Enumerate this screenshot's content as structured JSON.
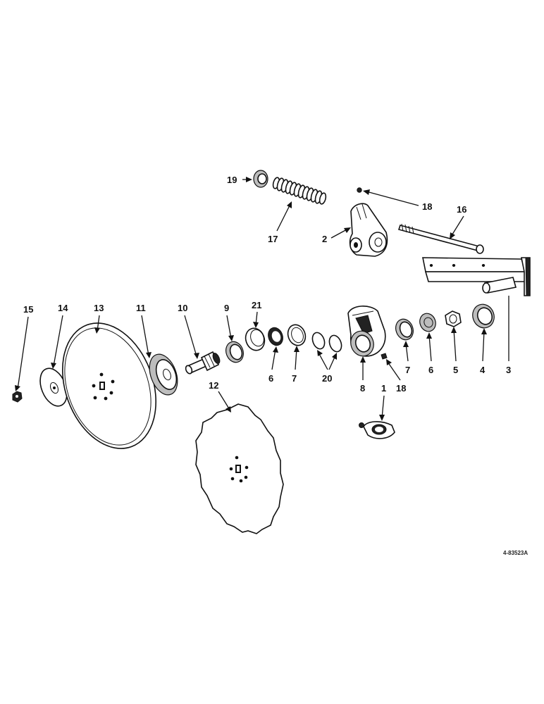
{
  "figure": {
    "reference_number": "4-83523A"
  },
  "callouts": [
    {
      "id": "c1",
      "label": "1"
    },
    {
      "id": "c2",
      "label": "2"
    },
    {
      "id": "c3",
      "label": "3"
    },
    {
      "id": "c4",
      "label": "4"
    },
    {
      "id": "c5",
      "label": "5"
    },
    {
      "id": "c6a",
      "label": "6"
    },
    {
      "id": "c6b",
      "label": "6"
    },
    {
      "id": "c7a",
      "label": "7"
    },
    {
      "id": "c7b",
      "label": "7"
    },
    {
      "id": "c8",
      "label": "8"
    },
    {
      "id": "c9",
      "label": "9"
    },
    {
      "id": "c10",
      "label": "10"
    },
    {
      "id": "c11",
      "label": "11"
    },
    {
      "id": "c12",
      "label": "12"
    },
    {
      "id": "c13",
      "label": "13"
    },
    {
      "id": "c14",
      "label": "14"
    },
    {
      "id": "c15",
      "label": "15"
    },
    {
      "id": "c16",
      "label": "16"
    },
    {
      "id": "c17",
      "label": "17"
    },
    {
      "id": "c18a",
      "label": "18"
    },
    {
      "id": "c18b",
      "label": "18"
    },
    {
      "id": "c19",
      "label": "19"
    },
    {
      "id": "c20",
      "label": "20"
    },
    {
      "id": "c21",
      "label": "21"
    }
  ]
}
